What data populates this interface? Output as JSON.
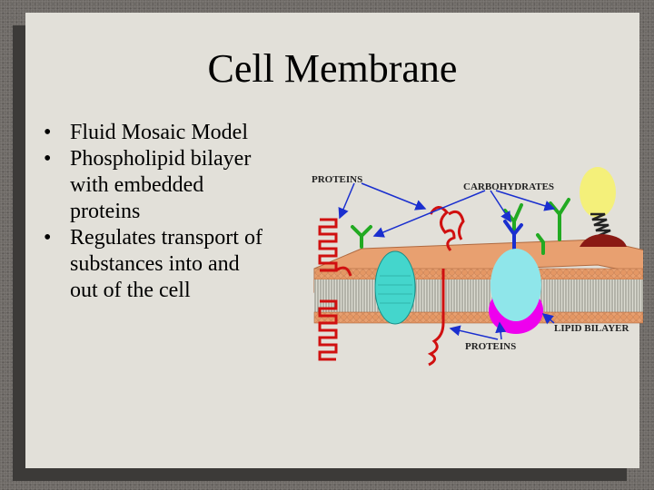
{
  "slide": {
    "title": "Cell Membrane",
    "bullets": [
      "Fluid Mosaic Model",
      "Phospholipid bilayer with embedded proteins",
      "Regulates transport of substances into and out of the cell"
    ],
    "bullet_glyph": "•"
  },
  "diagram": {
    "labels": {
      "proteins_top": "PROTEINS",
      "carbohydrates": "CARBOHYDRATES",
      "lipid_bilayer": "LIPID BILAYER",
      "proteins_bottom": "PROTEINS"
    },
    "colors": {
      "slide_bg": "#e2e0d9",
      "membrane_heads": "#e8a070",
      "tails": "#8a8a80",
      "arrows": "#1a2fcf",
      "carbohydrate_chains": "#22aa22",
      "channel_protein": "#44d6cc",
      "big_protein": "#8fe6ea",
      "magenta_protein": "#ee00ee",
      "yellow_glycolipid": "#f4f07a",
      "dark_red_protein": "#8a1a14",
      "red_protein_chain": "#d01010"
    }
  }
}
